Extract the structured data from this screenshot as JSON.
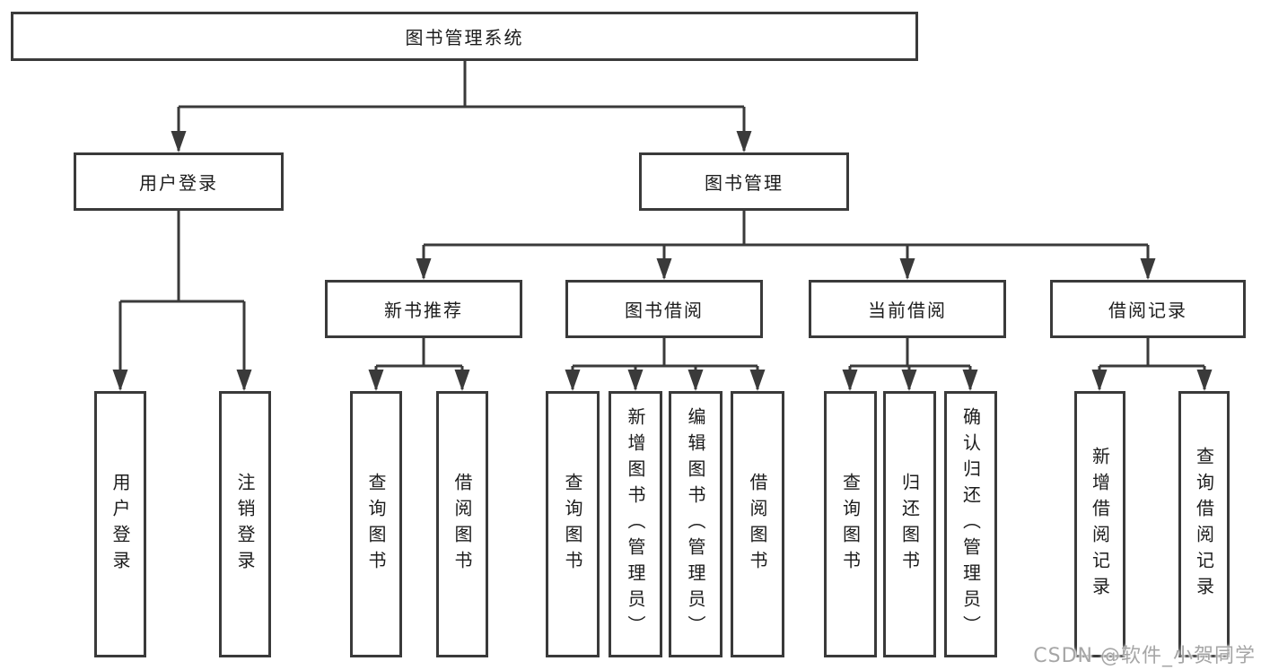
{
  "diagram": {
    "root": {
      "label": "图书管理系统"
    },
    "branches": [
      {
        "label": "用户登录",
        "children": [
          {
            "label": "用户登录"
          },
          {
            "label": "注销登录"
          }
        ]
      },
      {
        "label": "图书管理",
        "children": [
          {
            "label": "新书推荐",
            "children": [
              {
                "label": "查询图书"
              },
              {
                "label": "借阅图书"
              }
            ]
          },
          {
            "label": "图书借阅",
            "children": [
              {
                "label": "查询图书"
              },
              {
                "label": "新增图书（管理员）"
              },
              {
                "label": "编辑图书（管理员）"
              },
              {
                "label": "借阅图书"
              }
            ]
          },
          {
            "label": "当前借阅",
            "children": [
              {
                "label": "查询图书"
              },
              {
                "label": "归还图书"
              },
              {
                "label": "确认归还（管理员）"
              }
            ]
          },
          {
            "label": "借阅记录",
            "children": [
              {
                "label": "新增借阅记录"
              },
              {
                "label": "查询借阅记录"
              }
            ]
          }
        ]
      }
    ]
  },
  "watermark": {
    "text": "CSDN @软件_小贺同学"
  },
  "colors": {
    "line": "#3a3a3a",
    "box_border": "#3a3a3a",
    "text": "#1c1c1c",
    "background": "#ffffff",
    "watermark": "#a6a6a6"
  }
}
